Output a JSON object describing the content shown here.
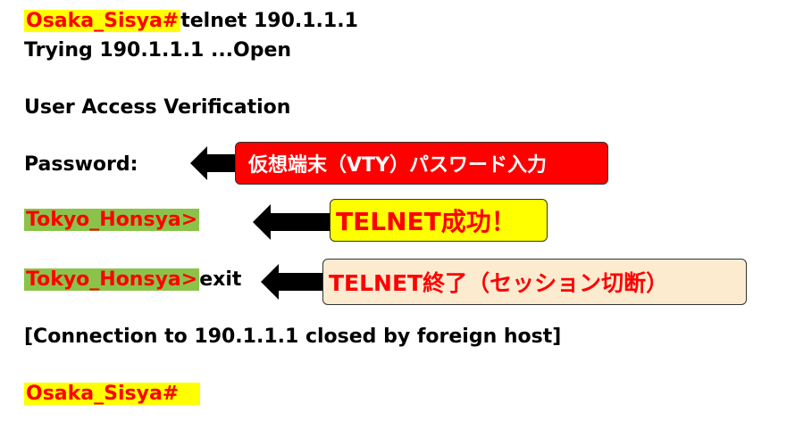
{
  "terminal": {
    "line1": {
      "prompt": "Osaka_Sisya#",
      "command": "telnet 190.1.1.1"
    },
    "line2": "Trying 190.1.1.1 ...Open",
    "line3": "User Access Verification",
    "line4": "Password:",
    "line5": {
      "prompt": "Tokyo_Honsya>"
    },
    "line6": {
      "prompt": "Tokyo_Honsya>",
      "command": "exit"
    },
    "line7": "[Connection to 190.1.1.1 closed by foreign host]",
    "line8": {
      "prompt": "Osaka_Sisya#"
    }
  },
  "callouts": {
    "password": "仮想端末（VTY）パスワード入力",
    "success": "TELNET成功！",
    "end": "TELNET終了（セッション切断）"
  },
  "colors": {
    "prompt_text": "#ff0000",
    "highlight_yellow": "#ffff00",
    "highlight_green": "#8bc34a",
    "callout_red": "#ff0000",
    "callout_yellow": "#ffff00",
    "callout_beige": "#fdebd0"
  }
}
